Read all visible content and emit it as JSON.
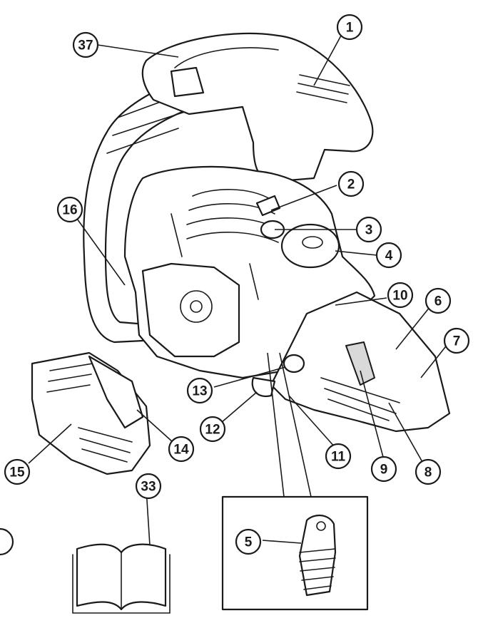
{
  "callouts": [
    {
      "id": "c1",
      "label": "1"
    },
    {
      "id": "c2",
      "label": "2"
    },
    {
      "id": "c3",
      "label": "3"
    },
    {
      "id": "c4",
      "label": "4"
    },
    {
      "id": "c5",
      "label": "5"
    },
    {
      "id": "c6",
      "label": "6"
    },
    {
      "id": "c7",
      "label": "7"
    },
    {
      "id": "c8",
      "label": "8"
    },
    {
      "id": "c9",
      "label": "9"
    },
    {
      "id": "c10",
      "label": "10"
    },
    {
      "id": "c11",
      "label": "11"
    },
    {
      "id": "c12",
      "label": "12"
    },
    {
      "id": "c13",
      "label": "13"
    },
    {
      "id": "c14",
      "label": "14"
    },
    {
      "id": "c15",
      "label": "15"
    },
    {
      "id": "c16",
      "label": "16"
    },
    {
      "id": "c33",
      "label": "33"
    },
    {
      "id": "c37",
      "label": "37"
    }
  ],
  "colors": {
    "line": "#1a1a1a",
    "fill_light": "#d9d9d9",
    "background": "#ffffff"
  }
}
